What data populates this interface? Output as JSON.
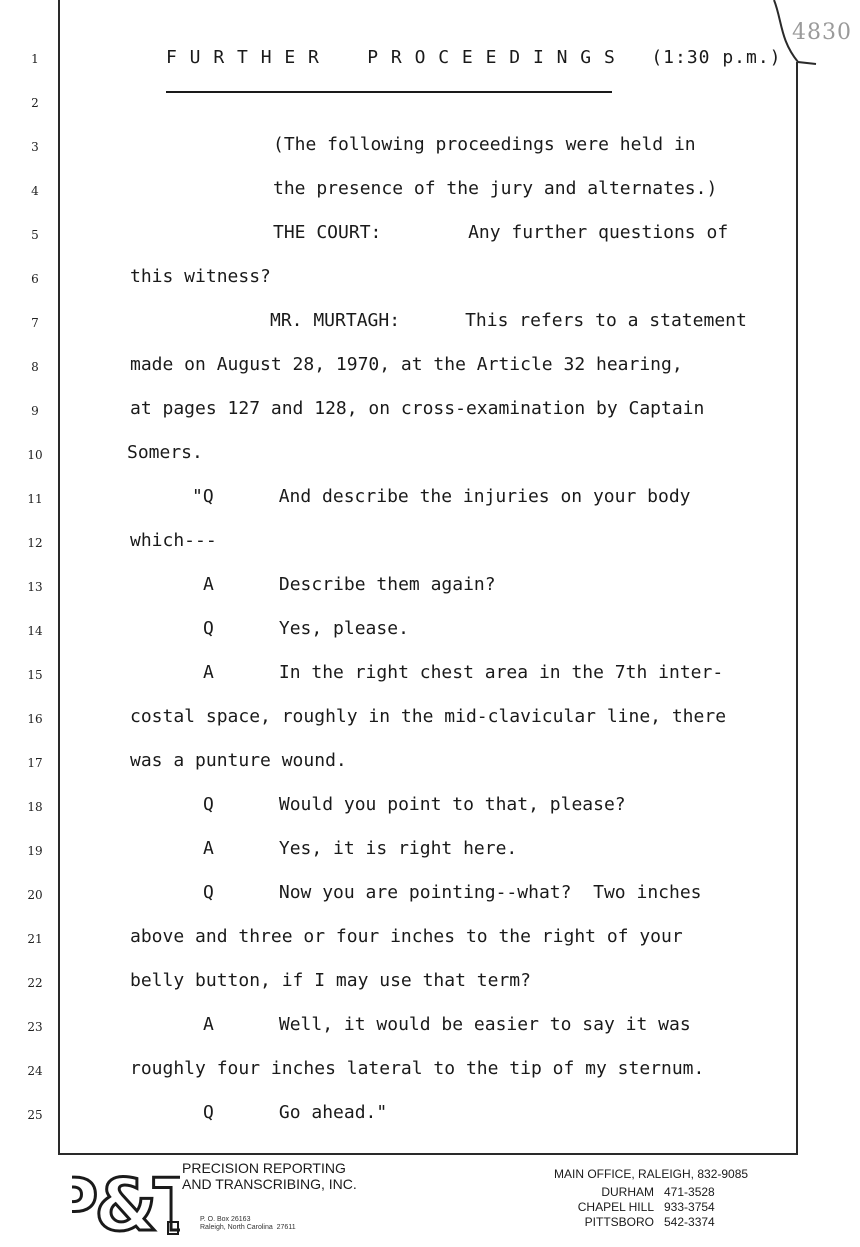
{
  "page_number": "4830",
  "title": "F U R T H E R    P R O C E E D I N G S   (1:30 p.m.)",
  "lines": [
    {
      "no": "1",
      "text": ""
    },
    {
      "no": "2",
      "text": ""
    },
    {
      "no": "3",
      "text": "(The following proceedings were held in"
    },
    {
      "no": "4",
      "text": "the presence of the jury and alternates.)"
    },
    {
      "no": "5",
      "text": "THE COURT:        Any further questions of"
    },
    {
      "no": "6",
      "text": "this witness?"
    },
    {
      "no": "7",
      "text": "MR. MURTAGH:      This refers to a statement"
    },
    {
      "no": "8",
      "text": "made on August 28, 1970, at the Article 32 hearing,"
    },
    {
      "no": "9",
      "text": "at pages 127 and 128, on cross-examination by Captain"
    },
    {
      "no": "10",
      "text": "Somers."
    },
    {
      "no": "11",
      "text": "\"Q      And describe the injuries on your body"
    },
    {
      "no": "12",
      "text": "which---"
    },
    {
      "no": "13",
      "text": "A      Describe them again?"
    },
    {
      "no": "14",
      "text": "Q      Yes, please."
    },
    {
      "no": "15",
      "text": "A      In the right chest area in the 7th inter-"
    },
    {
      "no": "16",
      "text": "costal space, roughly in the mid-clavicular line, there"
    },
    {
      "no": "17",
      "text": "was a punture wound."
    },
    {
      "no": "18",
      "text": "Q      Would you point to that, please?"
    },
    {
      "no": "19",
      "text": "A      Yes, it is right here."
    },
    {
      "no": "20",
      "text": "Q      Now you are pointing--what?  Two inches"
    },
    {
      "no": "21",
      "text": "above and three or four inches to the right of your"
    },
    {
      "no": "22",
      "text": "belly button, if I may use that term?"
    },
    {
      "no": "23",
      "text": "A      Well, it would be easier to say it was"
    },
    {
      "no": "24",
      "text": "roughly four inches lateral to the tip of my sternum."
    },
    {
      "no": "25",
      "text": "Q      Go ahead.\""
    }
  ],
  "footer": {
    "logo_text": "P&T",
    "company_line1": "PRECISION REPORTING",
    "company_line2": "AND TRANSCRIBING, INC.",
    "po_line1": "P. O. Box 26163",
    "po_line2": "Raleigh, North Carolina  27611",
    "main_office": "MAIN OFFICE, RALEIGH, 832-9085",
    "offices": [
      {
        "city": "DURHAM",
        "phone": "471-3528"
      },
      {
        "city": "CHAPEL HILL",
        "phone": "933-3754"
      },
      {
        "city": "PITTSBORO",
        "phone": "542-3374"
      }
    ]
  }
}
